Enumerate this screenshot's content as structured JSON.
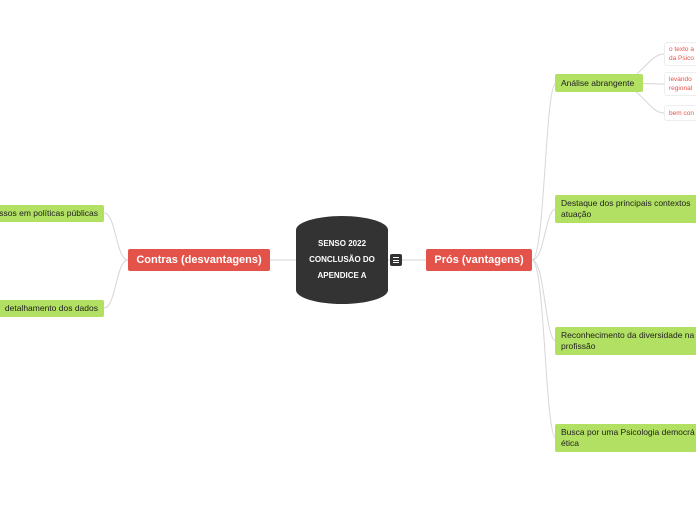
{
  "central": {
    "lines": [
      "SENSO 2022",
      "CONCLUSÃO DO",
      "APENDICE A"
    ]
  },
  "left_branch": {
    "label": "Contras (desvantagens)",
    "children": [
      {
        "text": "ssos em políticas públicas"
      },
      {
        "text": "detalhamento dos dados"
      }
    ]
  },
  "right_branch": {
    "label": "Prós (vantagens)",
    "children": [
      {
        "text": "Análise abrangente",
        "leaves": [
          {
            "lines": [
              "o texto a",
              "da Psico"
            ]
          },
          {
            "lines": [
              "levando",
              "regional"
            ]
          },
          {
            "lines": [
              "bem con"
            ]
          }
        ]
      },
      {
        "lines": [
          "Destaque dos principais contextos",
          "atuação"
        ]
      },
      {
        "lines": [
          "Reconhecimento da diversidade na",
          "profissão"
        ]
      },
      {
        "lines": [
          "Busca por uma Psicologia democrá",
          "ética"
        ]
      }
    ]
  },
  "colors": {
    "central": "#333333",
    "main_topic": "#e4534a",
    "sub_topic": "#b1e062",
    "leaf_text": "#e4534a",
    "connector": "#d6d6d6"
  },
  "icons": {
    "collapse": "list-lines-icon"
  }
}
